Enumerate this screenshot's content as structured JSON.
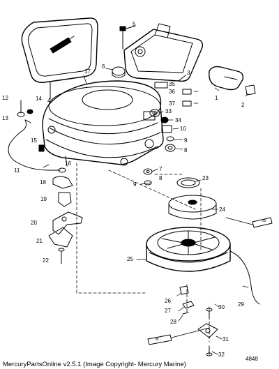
{
  "callouts": {
    "1": "1",
    "2": "2",
    "3": "3",
    "4": "4",
    "5": "5",
    "6": "6",
    "7": "7",
    "8a": "8",
    "8b": "8",
    "9a": "9",
    "9b": "9",
    "10": "10",
    "11": "11",
    "12": "12",
    "13": "13",
    "14": "14",
    "15": "15",
    "16": "16",
    "17": "17",
    "18": "18",
    "19": "19",
    "20": "20",
    "21": "21",
    "22": "22",
    "23": "23",
    "24": "24",
    "25": "25",
    "26": "26",
    "27": "27",
    "28": "28",
    "29": "29",
    "30": "30",
    "31": "31",
    "32": "32",
    "33": "33",
    "34": "34",
    "35": "35",
    "36": "36",
    "37": "37",
    "95a": "95",
    "95b": "95"
  },
  "figure_number": "4848",
  "footer": "MercuryPartsOnline v2.5.1 (Image Copyright- Mercury Marine)"
}
